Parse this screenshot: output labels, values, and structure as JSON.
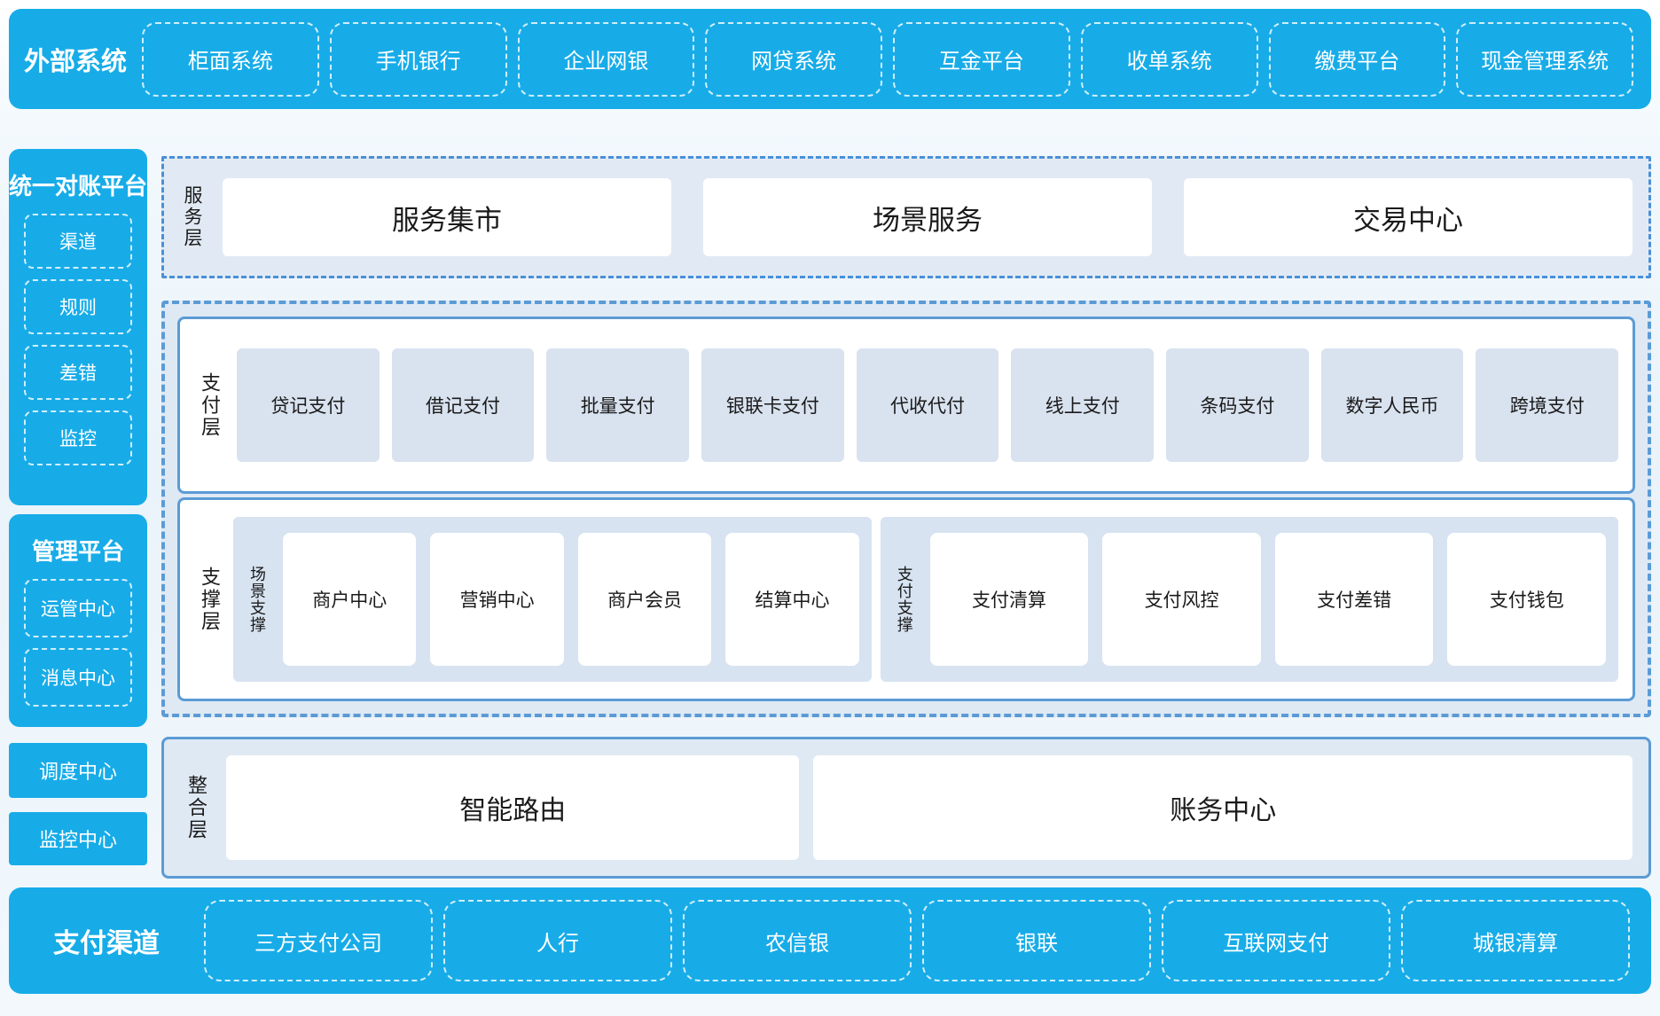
{
  "colors": {
    "brand_blue": "#17ACE8",
    "section_border_blue": "#5b9bd5",
    "service_border_blue": "#4a90d8",
    "light_panel": "#dee9f4",
    "node_fill": "#d9e2ef"
  },
  "top_bar": {
    "title": "外部系统",
    "items": [
      "柜面系统",
      "手机银行",
      "企业网银",
      "网贷系统",
      "互金平台",
      "收单系统",
      "缴费平台",
      "现金管理系统"
    ]
  },
  "sidebar": {
    "reconciliation_platform": {
      "title": "统一对账平台",
      "items": [
        "渠道",
        "规则",
        "差错",
        "监控"
      ]
    },
    "management_platform": {
      "title": "管理平台",
      "items": [
        "运管中心",
        "消息中心"
      ]
    },
    "standalone": [
      "调度中心",
      "监控中心"
    ]
  },
  "layers": {
    "service": {
      "label": "服务层",
      "items": [
        "服务集市",
        "场景服务",
        "交易中心"
      ]
    },
    "payment": {
      "label": "支付层",
      "items": [
        "贷记支付",
        "借记支付",
        "批量支付",
        "银联卡支付",
        "代收代付",
        "线上支付",
        "条码支付",
        "数字人民币",
        "跨境支付"
      ]
    },
    "support": {
      "label": "支撑层",
      "groups": [
        {
          "label": "场景支撑",
          "items": [
            "商户中心",
            "营销中心",
            "商户会员",
            "结算中心"
          ]
        },
        {
          "label": "支付支撑",
          "items": [
            "支付清算",
            "支付风控",
            "支付差错",
            "支付钱包"
          ]
        }
      ]
    },
    "integration": {
      "label": "整合层",
      "items": [
        "智能路由",
        "账务中心"
      ]
    }
  },
  "bottom_bar": {
    "title": "支付渠道",
    "items": [
      "三方支付公司",
      "人行",
      "农信银",
      "银联",
      "互联网支付",
      "城银清算"
    ]
  }
}
